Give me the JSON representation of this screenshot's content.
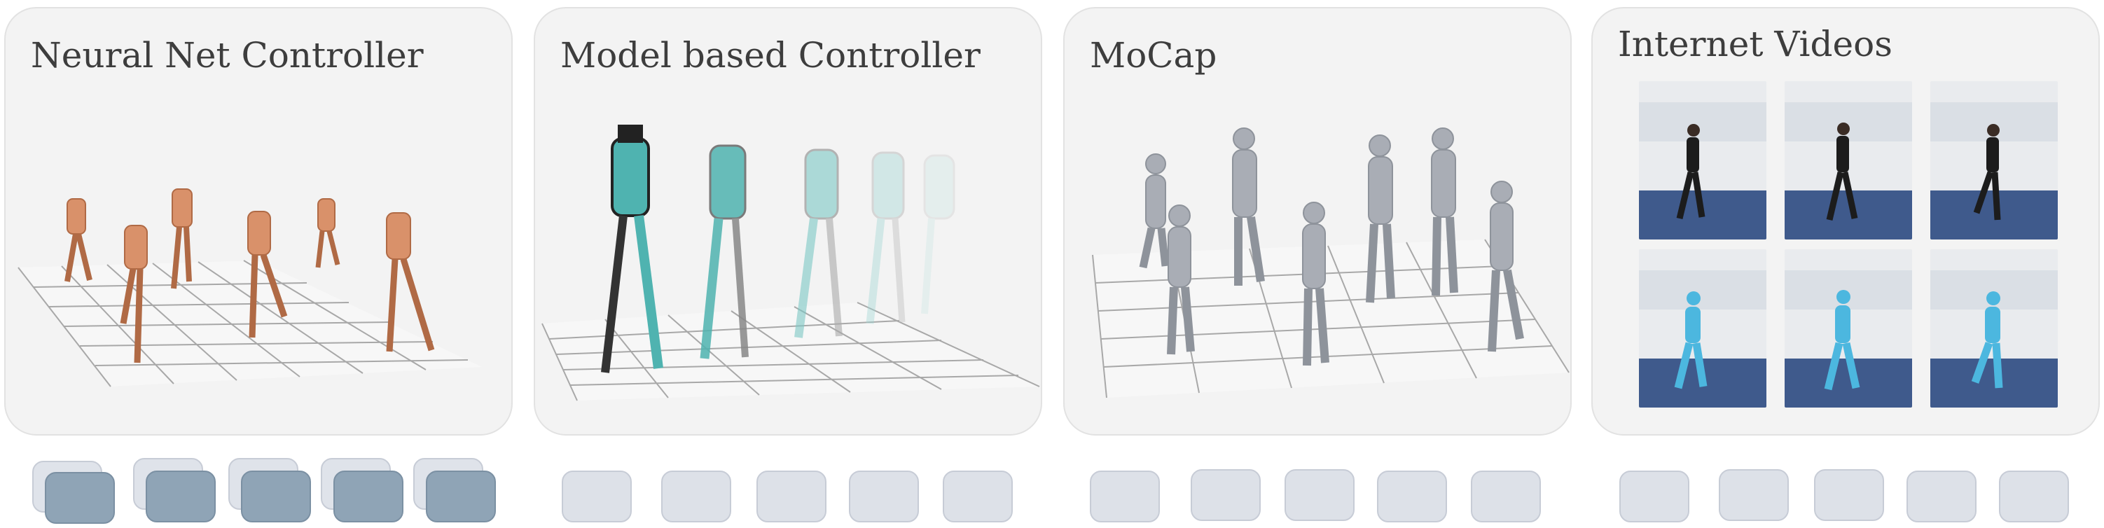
{
  "panels": [
    {
      "id": "neural",
      "title": "Neural Net Controller"
    },
    {
      "id": "model",
      "title": "Model based Controller"
    },
    {
      "id": "mocap",
      "title": "MoCap"
    },
    {
      "id": "internet",
      "title": "Internet Videos"
    }
  ],
  "colors": {
    "panel_bg": "#f3f3f3",
    "robot_orange": "#d9916a",
    "robot_teal": "#4fb3b0",
    "mocap_gray": "#a9adb5",
    "video_blue": "#4cb7df",
    "token_dark": "#8fa4b6",
    "token_light": "#dde1e8"
  }
}
